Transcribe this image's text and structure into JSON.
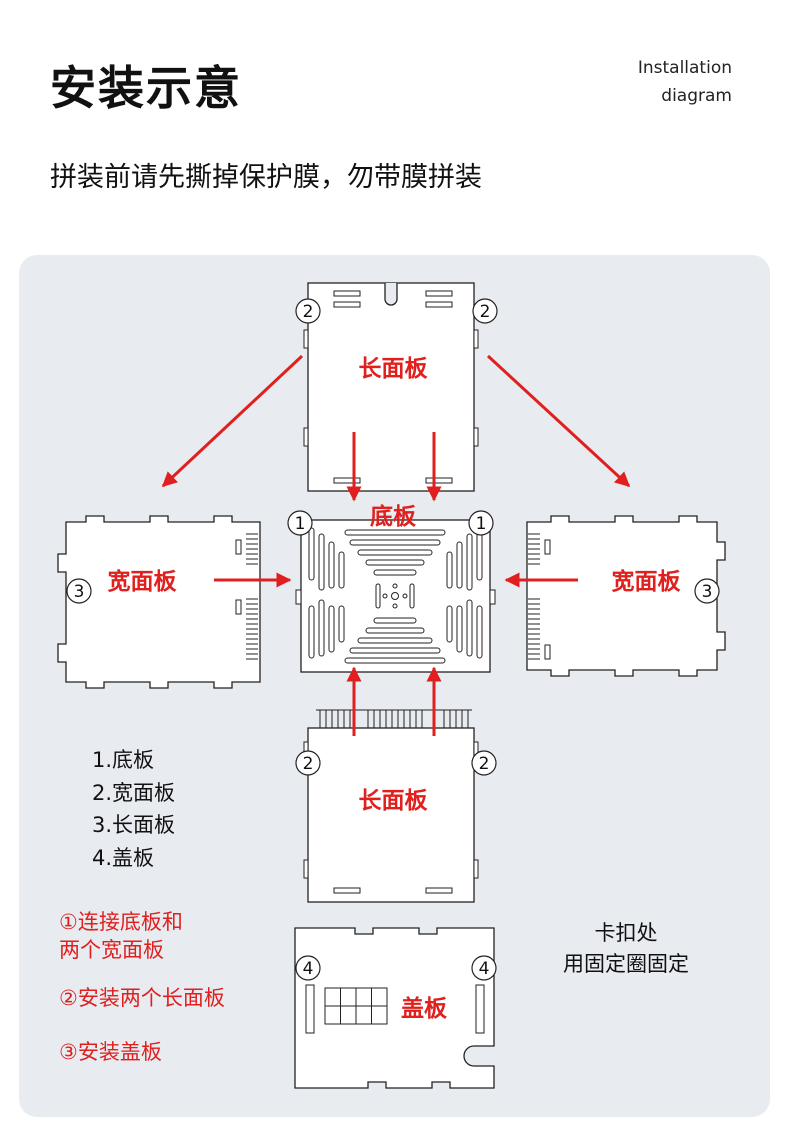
{
  "header": {
    "title": "安装示意",
    "subtitle_en_line1": "Installation",
    "subtitle_en_line2": "diagram",
    "instruction": "拼装前请先撕掉保护膜，勿带膜拼装"
  },
  "diagram": {
    "labels": {
      "long_top": "长面板",
      "base": "底板",
      "wide_left": "宽面板",
      "wide_right": "宽面板",
      "long_bottom": "长面板",
      "lid": "盖板"
    },
    "markers": {
      "one": "1",
      "two": "2",
      "three": "3",
      "four": "4"
    }
  },
  "legend": {
    "items": [
      "1.底板",
      "2.宽面板",
      "3.长面板",
      "4.盖板"
    ]
  },
  "steps": {
    "step1_line1": "①连接底板和",
    "step1_line2": "两个宽面板",
    "step2": "②安装两个长面板",
    "step3": "③安装盖板"
  },
  "clip_note": {
    "line1": "卡扣处",
    "line2": "用固定圈固定"
  },
  "colors": {
    "accent_red": "#e0201e",
    "panel_bg": "#e8ebf0"
  }
}
